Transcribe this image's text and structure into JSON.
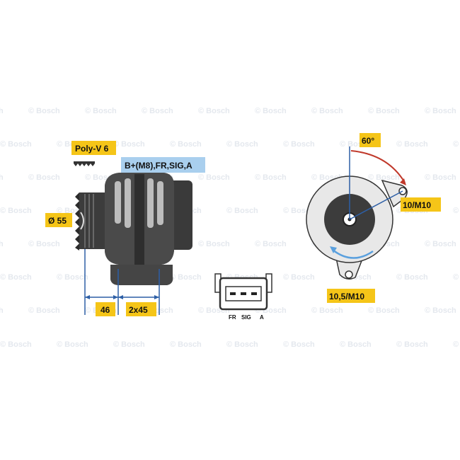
{
  "watermark": "© Bosch",
  "labels": {
    "belt": "Poly-V 6",
    "terminal": "B+(M8),FR,SIG,A",
    "pulley_diameter": "Ø 55",
    "dim_46": "46",
    "dim_2x45": "2x45",
    "angle": "60°",
    "mount_top": "10/M10",
    "mount_bottom": "10,5/M10"
  },
  "connector_pins": [
    "FR",
    "SIG",
    "A"
  ],
  "colors": {
    "label_bg": "#f5c518",
    "terminal_bg": "#a9cfee",
    "dimension_line": "#2d5fa6",
    "angle_arc": "#c0392b",
    "body_dark": "#404040",
    "body_light": "#e8e8e8"
  }
}
